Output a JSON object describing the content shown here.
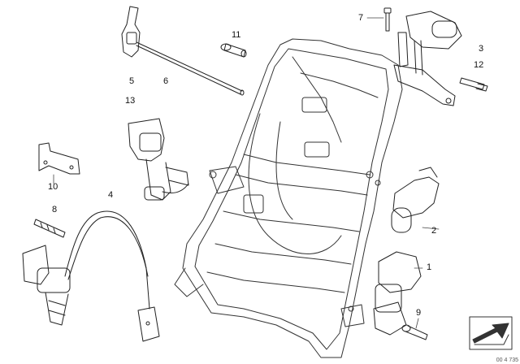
{
  "callouts": [
    {
      "id": "c1",
      "text": "1"
    },
    {
      "id": "c2",
      "text": "2"
    },
    {
      "id": "c3",
      "text": "3"
    },
    {
      "id": "c4",
      "text": "4"
    },
    {
      "id": "c5",
      "text": "5"
    },
    {
      "id": "c6",
      "text": "6"
    },
    {
      "id": "c7",
      "text": "7"
    },
    {
      "id": "c8",
      "text": "8"
    },
    {
      "id": "c9",
      "text": "9"
    },
    {
      "id": "c10",
      "text": "10"
    },
    {
      "id": "c11",
      "text": "11"
    },
    {
      "id": "c12",
      "text": "12"
    },
    {
      "id": "c13",
      "text": "13"
    }
  ],
  "doc_id": "00 4 735",
  "icon": "page-turn-arrow-icon"
}
